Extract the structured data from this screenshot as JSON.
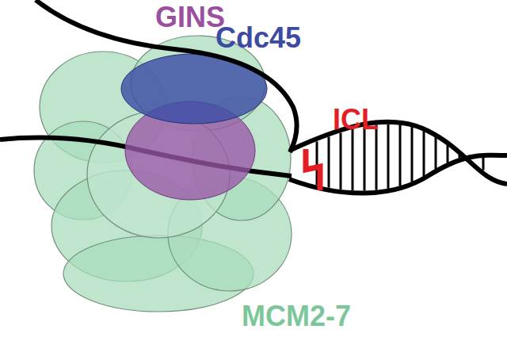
{
  "diagram": {
    "labels": [
      "GINS",
      "Cdc45",
      "ICL",
      "MCM2-7"
    ]
  }
}
